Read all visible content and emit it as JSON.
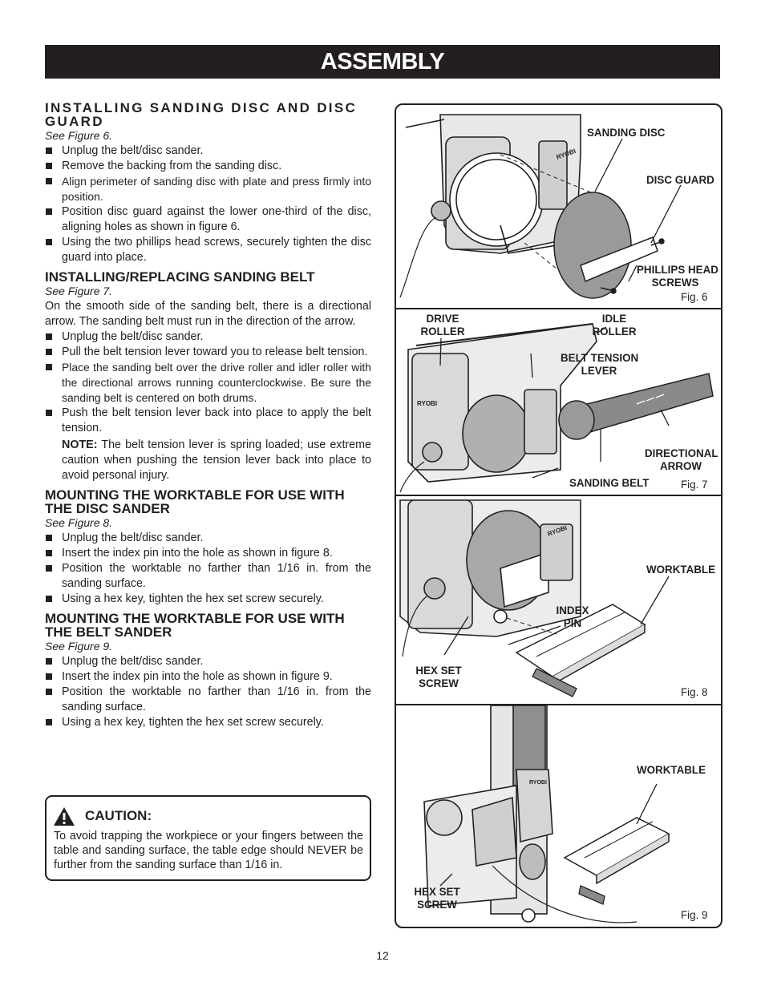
{
  "banner": "ASSEMBLY",
  "sections": {
    "s1": {
      "title": "INSTALLING SANDING DISC AND DISC GUARD",
      "see": "See Figure 6.",
      "bullets": [
        "Unplug the belt/disc sander.",
        "Remove the backing from the sanding disc.",
        "Align perimeter of sanding disc with plate and press firmly into position.",
        "Position disc guard against the lower one-third of the disc, aligning holes as shown in figure 6.",
        "Using the two phillips head screws, securely tighten the disc guard into place."
      ]
    },
    "s2": {
      "title": "INSTALLING/REPLACING SANDING BELT",
      "see": "See Figure 7.",
      "intro": "On the smooth side of the sanding belt, there is a directional arrow. The sanding belt must run in the direction of the arrow.",
      "bullets": [
        "Unplug the belt/disc sander.",
        "Pull the belt tension lever toward you to release belt tension.",
        "Place the sanding belt over the drive roller and idler roller with the directional arrows running counterclockwise. Be sure the sanding belt is centered on both drums.",
        "Push the belt tension lever back into place to apply the belt tension."
      ],
      "note_label": "NOTE:",
      "note_text": " The belt tension lever is spring loaded; use extreme caution when pushing the tension lever back into place to avoid personal injury."
    },
    "s3": {
      "title": "MOUNTING THE WORKTABLE FOR USE WITH THE DISC SANDER",
      "see": "See Figure 8.",
      "bullets": [
        "Unplug the belt/disc sander.",
        "Insert the index pin into the hole as shown in figure 8.",
        "Position the worktable no farther than 1/16 in. from the sanding surface.",
        "Using a hex key, tighten the hex set screw securely."
      ]
    },
    "s4": {
      "title": "MOUNTING THE WORKTABLE FOR USE WITH THE BELT SANDER",
      "see": "See Figure 9.",
      "bullets": [
        "Unplug the belt/disc sander.",
        "Insert the index pin into the hole as shown in figure 9.",
        "Position the worktable no farther than 1/16 in. from the sanding surface.",
        "Using a hex key, tighten the hex set screw securely."
      ]
    }
  },
  "caution": {
    "title": "CAUTION:",
    "text": "To avoid trapping the workpiece or your fingers between the table and sanding surface, the table edge should NEVER be further from the sanding surface than 1/16 in."
  },
  "figures": {
    "fig6": {
      "number": "Fig. 6",
      "sanding_disc": "SANDING DISC",
      "disc_guard": "DISC GUARD",
      "phillips_1": "PHILLIPS HEAD",
      "phillips_2": "SCREWS"
    },
    "fig7": {
      "number": "Fig. 7",
      "drive_1": "DRIVE",
      "drive_2": "ROLLER",
      "idle_1": "IDLE",
      "idle_2": "ROLLER",
      "tension_1": "BELT TENSION",
      "tension_2": "LEVER",
      "arrow_1": "DIRECTIONAL",
      "arrow_2": "ARROW",
      "sanding_belt": "SANDING BELT"
    },
    "fig8": {
      "number": "Fig. 8",
      "worktable": "WORKTABLE",
      "index_1": "INDEX",
      "index_2": "PIN",
      "hex_1": "HEX SET",
      "hex_2": "SCREW"
    },
    "fig9": {
      "number": "Fig. 9",
      "worktable": "WORKTABLE",
      "hex_1": "HEX SET",
      "hex_2": "SCREW"
    },
    "brand": "RYOBI"
  },
  "page_number": "12"
}
